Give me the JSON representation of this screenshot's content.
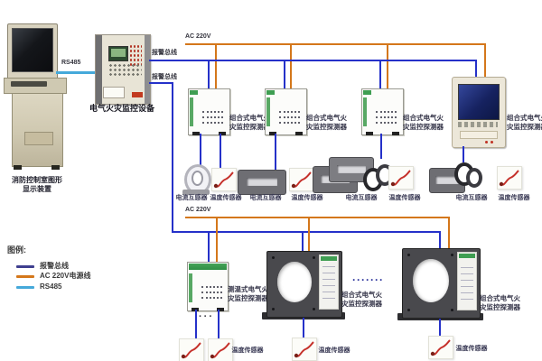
{
  "colors": {
    "alarm_bus": "#2531c9",
    "ac_power": "#d4771b",
    "rs485": "#45a9da"
  },
  "console": {
    "label_line1": "消防控制室图形",
    "label_line2": "显示装置"
  },
  "panel": {
    "label": "电气火灾监控设备"
  },
  "wires": {
    "rs485": "RS485",
    "alarm_bus": "报警总线",
    "ac_power": "AC 220V"
  },
  "detector": {
    "combined_line1": "组合式电气火",
    "combined_line2": "灾监控探测器",
    "temp_type_line1": "测温式电气火",
    "temp_type_line2": "灾监控探测器"
  },
  "sensor": {
    "current_transformer": "电流互感器",
    "temperature": "温度传感器"
  },
  "ellipsis": {
    "small": "···",
    "horizontal": "·······"
  },
  "legend": {
    "title": "图例:",
    "items": [
      {
        "label": "报警总线",
        "color": "#3f3f8f"
      },
      {
        "label": "AC 220V电源线",
        "color": "#d4771b"
      },
      {
        "label": "RS485",
        "color": "#45a9da"
      }
    ]
  }
}
